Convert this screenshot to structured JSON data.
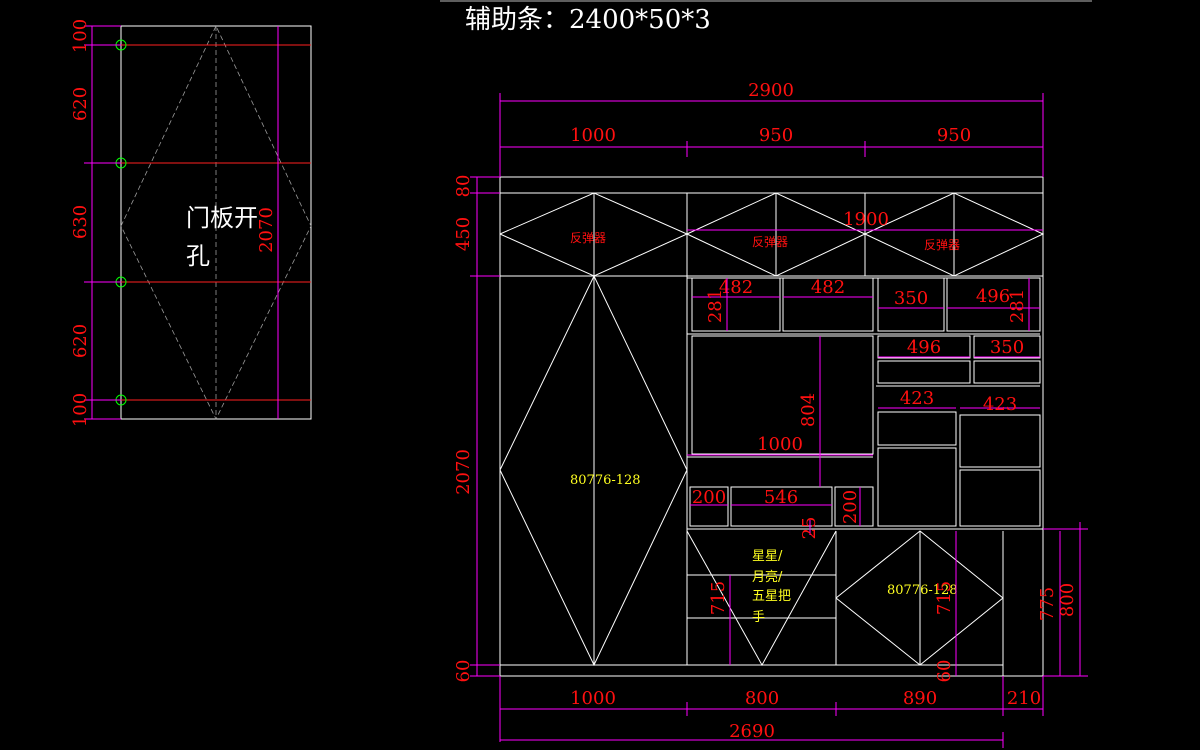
{
  "title": "辅助条：2400*50*3",
  "door_panel": {
    "label_line1": "门板开",
    "label_line2": "孔",
    "left_dims": [
      "100",
      "620",
      "630",
      "620",
      "100"
    ],
    "height": "2070"
  },
  "overall": {
    "top_total": "2900",
    "top_segments": [
      "1000",
      "950",
      "950"
    ],
    "bottom_segments": [
      "1000",
      "800",
      "890",
      "210"
    ],
    "bottom_total": "2690",
    "left_dims": [
      "80",
      "450",
      "2070",
      "60"
    ],
    "right_dims": [
      "775",
      "800"
    ]
  },
  "upper": {
    "span": "1900",
    "note": "反弹器"
  },
  "interior": {
    "row1": [
      "482",
      "482",
      "350",
      "496"
    ],
    "side_281": "281",
    "row2": [
      "496",
      "350"
    ],
    "row3": [
      "423",
      "423"
    ],
    "vertical_804": "804",
    "shelf_1000": "1000",
    "drawer_200": "200",
    "drawer_546": "546",
    "drawer_25": "25",
    "drawer_200_v": "200"
  },
  "lower": {
    "left_715": "715",
    "right_715": "715",
    "base_60": "60",
    "handle_lines": [
      "星星/",
      "月亮/",
      "五星把",
      "手"
    ]
  },
  "codes": [
    "80776-128",
    "80776-128"
  ]
}
